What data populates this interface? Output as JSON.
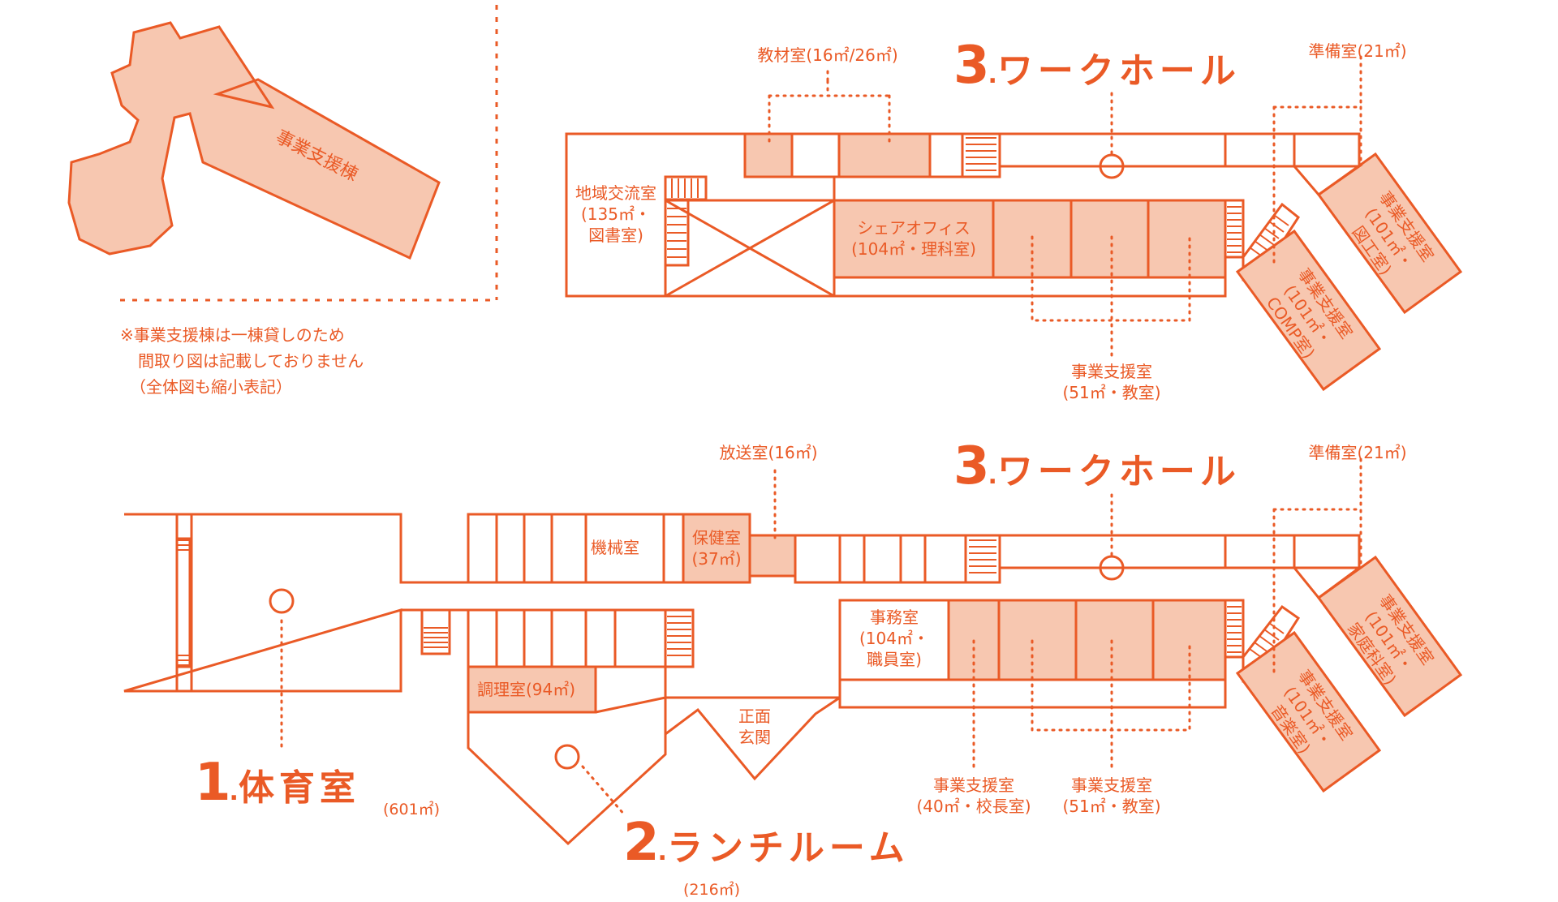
{
  "overview": {
    "annex_label": "事業支援棟",
    "note_lines": [
      "※事業支援棟は一棟貸しのため",
      "間取り図は記載しておりません",
      "（全体図も縮小表記）"
    ]
  },
  "upper_floor": {
    "hall_number": "3",
    "hall_name": "ワークホール",
    "labels": {
      "teaching_materials": "教材室(16㎡/26㎡)",
      "prep_room": "準備室(21㎡)",
      "community_1": "地域交流室",
      "community_2": "(135㎡・",
      "community_3": "図書室)",
      "share_office_1": "シェアオフィス",
      "share_office_2": "(104㎡・理科室)",
      "support_classroom_1": "事業支援室",
      "support_classroom_2": "(51㎡・教室)",
      "support_art_1": "事業支援室",
      "support_art_2": "(101㎡・",
      "support_art_3": "図工室)",
      "support_comp_1": "事業支援室",
      "support_comp_2": "(101㎡・",
      "support_comp_3": "COMP室)"
    }
  },
  "lower_floor": {
    "gym_number": "1",
    "gym_name": "体育室",
    "gym_area": "(601㎡)",
    "lunch_number": "2",
    "lunch_name": "ランチルーム",
    "lunch_area": "(216㎡)",
    "hall_number": "3",
    "hall_name": "ワークホール",
    "labels": {
      "broadcast": "放送室(16㎡)",
      "prep_room": "準備室(21㎡)",
      "machine_room": "機械室",
      "health_1": "保健室",
      "health_2": "(37㎡)",
      "kitchen": "調理室(94㎡)",
      "entrance_1": "正面",
      "entrance_2": "玄関",
      "office_1": "事務室",
      "office_2": "(104㎡・",
      "office_3": "職員室)",
      "support_principal_1": "事業支援室",
      "support_principal_2": "(40㎡・校長室)",
      "support_classroom_1": "事業支援室",
      "support_classroom_2": "(51㎡・教室)",
      "support_home_1": "事業支援室",
      "support_home_2": "(101㎡・",
      "support_home_3": "家庭科室)",
      "support_music_1": "事業支援室",
      "support_music_2": "(101㎡・",
      "support_music_3": "音楽室)"
    }
  },
  "colors": {
    "accent": "#ea5a26",
    "room_fill": "#f7c7b0"
  }
}
